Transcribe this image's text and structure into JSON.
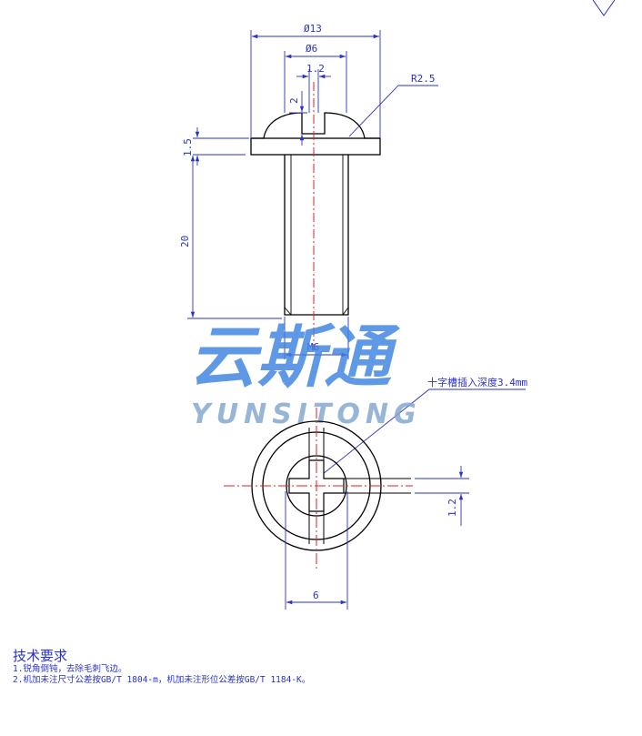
{
  "dimensions": {
    "head_diameter": "Ø13",
    "slot_span": "Ø6",
    "slot_width": "1.2",
    "slot_depth": "2",
    "fillet_radius": "R2.5",
    "head_height": "1.5",
    "shank_length": "20",
    "thread": "M6",
    "cross_depth_note": "十字槽插入深度3.4mm",
    "cross_slot_width": "1.2",
    "cross_span": "6"
  },
  "watermark": {
    "chinese": "云斯通",
    "english": "YUNSITONG"
  },
  "notes": {
    "title": "技术要求",
    "items": [
      "1.锐角倒钝，去除毛刺飞边。",
      "2.机加未注尺寸公差按GB/T 1804-m，机加未注形位公差按GB/T 1184-K。"
    ]
  },
  "colors": {
    "outline": "#000000",
    "dimension": "#2a33c8",
    "centerline": "#e02020",
    "watermark": "#3d82e0"
  }
}
